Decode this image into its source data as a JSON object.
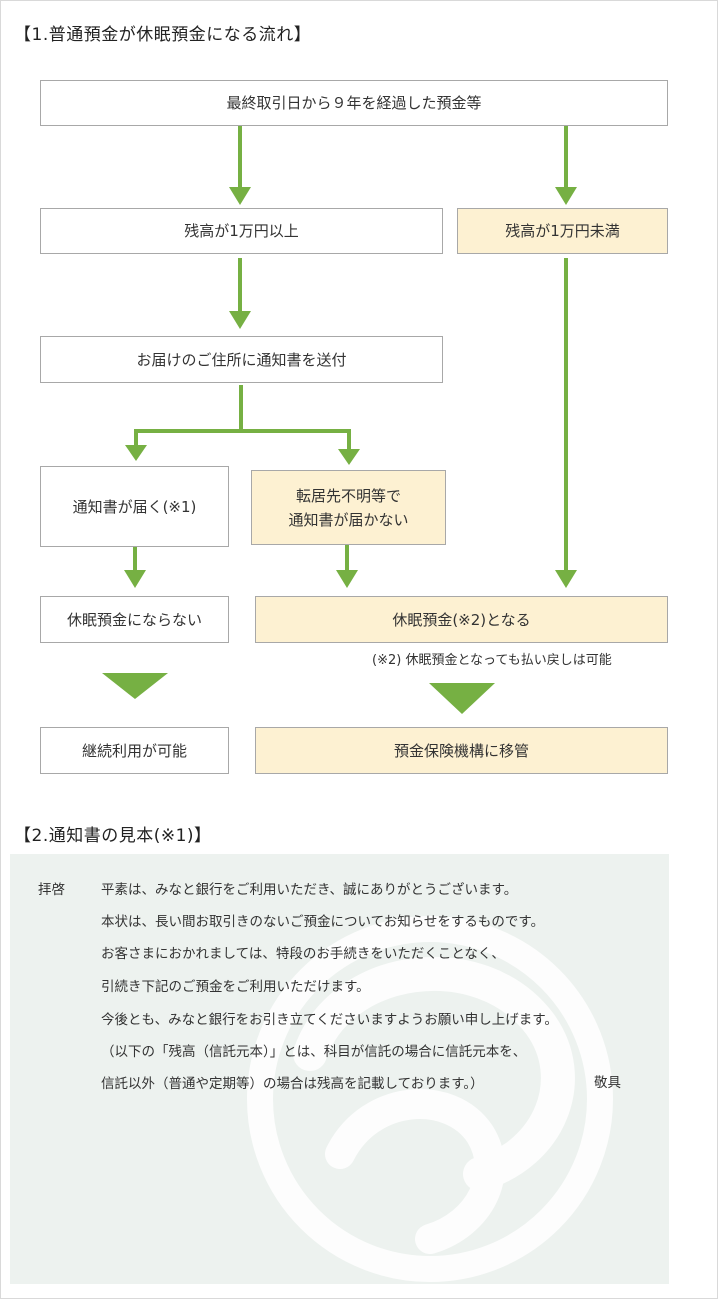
{
  "section1": {
    "title": "【1.普通預金が休眠預金になる流れ】",
    "boxes": {
      "start": "最終取引日から９年を経過した預金等",
      "balance_over": "残高が1万円以上",
      "balance_under": "残高が1万円未満",
      "notice_sent": "お届けのご住所に通知書を送付",
      "notice_arrives": "通知書が届く(※1)",
      "notice_not_arrives_1": "転居先不明等で",
      "notice_not_arrives_2": "通知書が届かない",
      "not_dormant": "休眠預金にならない",
      "becomes_dormant": "休眠預金(※2)となる",
      "continue_use": "継続利用が可能",
      "transfer": "預金保険機構に移管"
    },
    "footnote": "(※2) 休眠預金となっても払い戻しは可能",
    "colors": {
      "arrow": "#76b043",
      "highlight": "#fdf1d2",
      "border": "#a8a8a8"
    }
  },
  "section2": {
    "title": "【2.通知書の見本(※1)】",
    "letter": {
      "greeting": "拝啓",
      "lines": [
        "平素は、みなと銀行をご利用いただき、誠にありがとうございます。",
        "本状は、長い間お取引きのないご預金についてお知らせをするものです。",
        "お客さまにおかれましては、特段のお手続きをいただくことなく、",
        "引続き下記のご預金をご利用いただけます。",
        "今後とも、みなと銀行をお引き立てくださいますようお願い申し上げます。",
        "（以下の「残高（信託元本）」とは、科目が信託の場合に信託元本を、",
        "信託以外（普通や定期等）の場合は残高を記載しております。）"
      ],
      "closing": "敬具"
    }
  }
}
